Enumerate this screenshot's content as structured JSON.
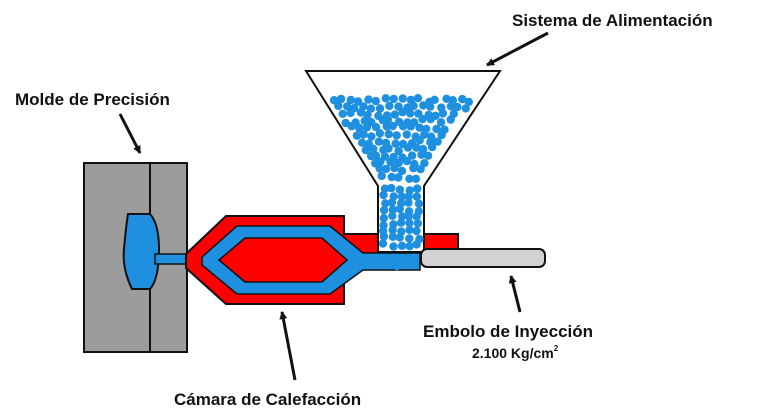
{
  "labels": {
    "feed_system": "Sistema de Alimentación",
    "precision_mold": "Molde de Precisión",
    "injection_plunger": "Embolo de Inyección",
    "pressure_value": "2.100 Kg/cm",
    "pressure_exponent": "2",
    "heating_chamber": "Cámara de Calefacción"
  },
  "colors": {
    "mold_gray": "#9c9c9c",
    "heating_red": "#ff0000",
    "material_blue": "#1f8fe0",
    "plunger_gray": "#d2d2d2",
    "outline": "#111111"
  }
}
